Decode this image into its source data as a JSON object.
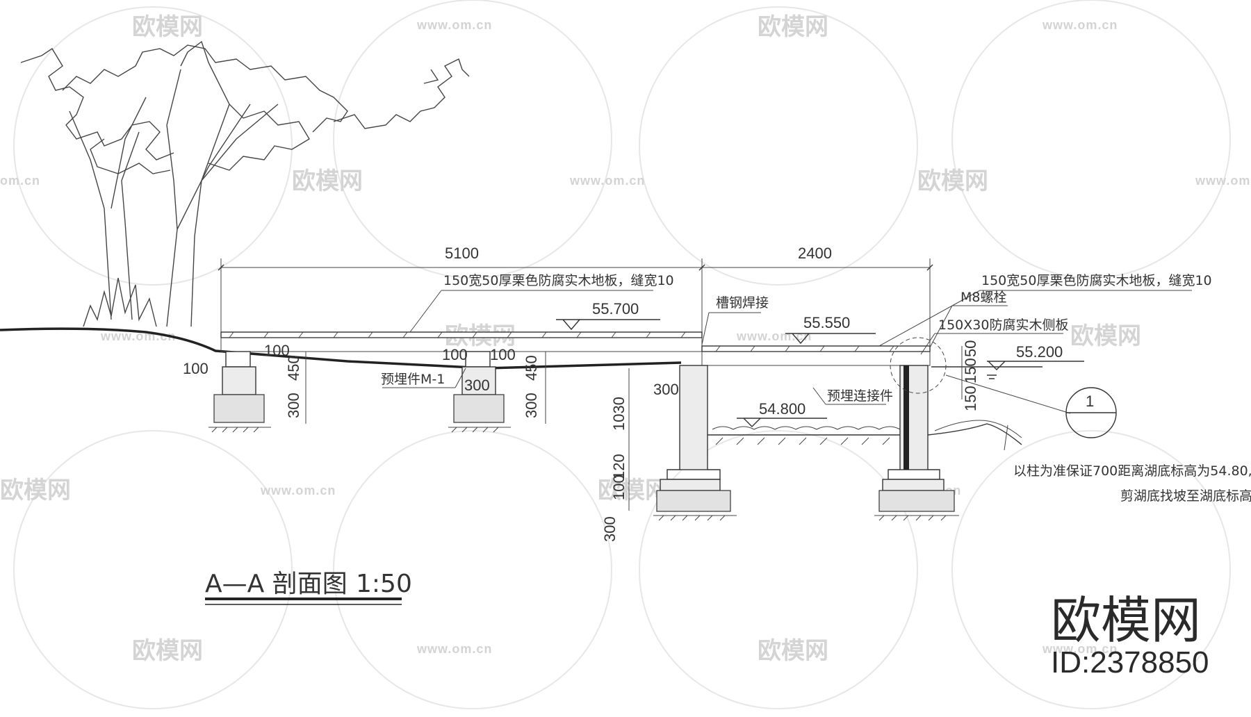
{
  "dimensions": {
    "span_left": "5100",
    "span_right": "2400",
    "d100_a": "100",
    "d100_b": "100",
    "d100_c": "100",
    "d100_d": "100",
    "d450_a": "450",
    "d450_b": "450",
    "d300_a": "300",
    "d300_b": "300",
    "d300_c": "300",
    "d300_d": "300",
    "d1030": "1030",
    "d120": "120",
    "d100_v": "100",
    "d50": "50",
    "d150_a": "150",
    "d150_b": "150"
  },
  "elevations": {
    "deck_high": "55.700",
    "deck_low": "55.550",
    "water": "55.200",
    "lake_bed": "54.800"
  },
  "labels": {
    "board_left": "150宽50厚栗色防腐实木地板，缝宽10",
    "board_right": "150宽50厚栗色防腐实木地板，缝宽10",
    "channel_weld": "槽钢焊接",
    "bolt": "M8螺栓",
    "side_board": "150X30防腐实木侧板",
    "embed_m1": "预埋件M-1",
    "embed_conn": "预埋连接件",
    "note_line1": "以柱为准保证700距离湖底标高为54.80,",
    "note_line2": "剪湖底找坡至湖底标高",
    "detail_ref": "1"
  },
  "title": {
    "name": "A—A 剖面图",
    "scale": "1:50"
  },
  "watermark": {
    "brand": "欧模网",
    "url": "www.om.cn",
    "url_short": "om.cn"
  },
  "brand": {
    "name": "欧模网",
    "id": "ID:2378850"
  }
}
